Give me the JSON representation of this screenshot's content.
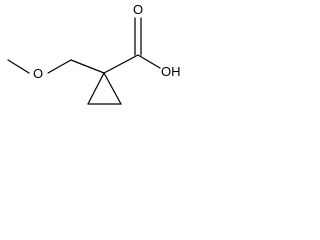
{
  "structure": {
    "atom_labels": {
      "ether_oxygen": "O",
      "carbonyl_oxygen": "O",
      "hydroxyl": "OH"
    }
  },
  "colors": {
    "background": "#ffffff",
    "ink": "#000000"
  }
}
